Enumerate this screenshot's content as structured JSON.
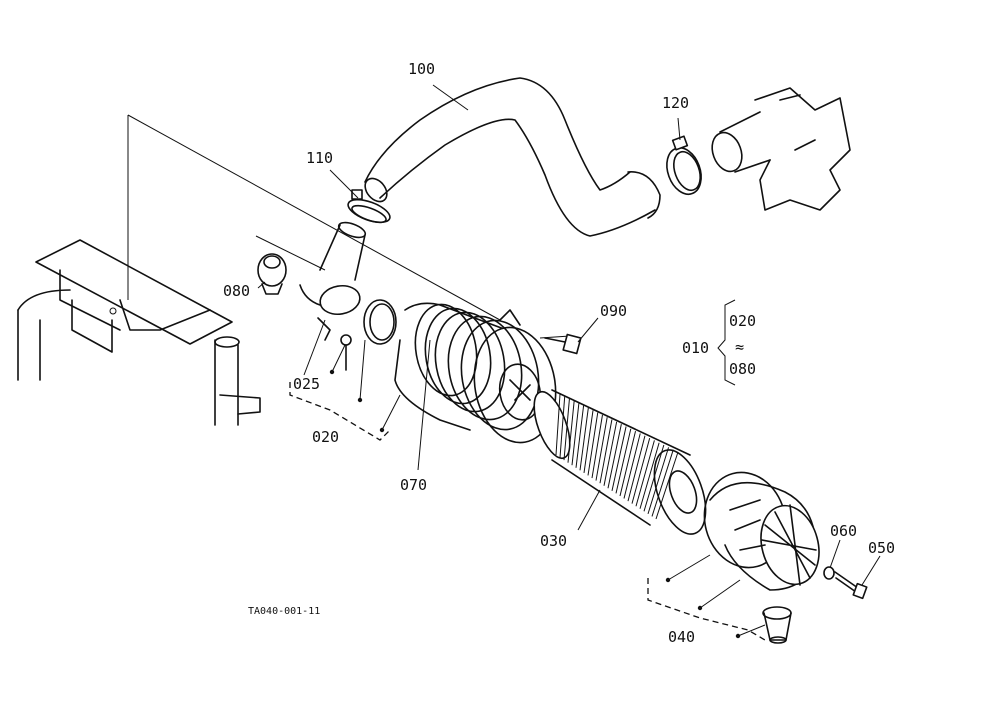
{
  "labels": {
    "p100": "100",
    "p120": "120",
    "p110": "110",
    "p080": "080",
    "p090": "090",
    "p025": "025",
    "p020": "020",
    "p070": "070",
    "p030": "030",
    "p060": "060",
    "p050": "050",
    "p040": "040"
  },
  "assembly": {
    "parent": "010",
    "top": "020",
    "bottom": "080",
    "range_mark": "≈"
  },
  "drawing_code": "TA040-001-11"
}
